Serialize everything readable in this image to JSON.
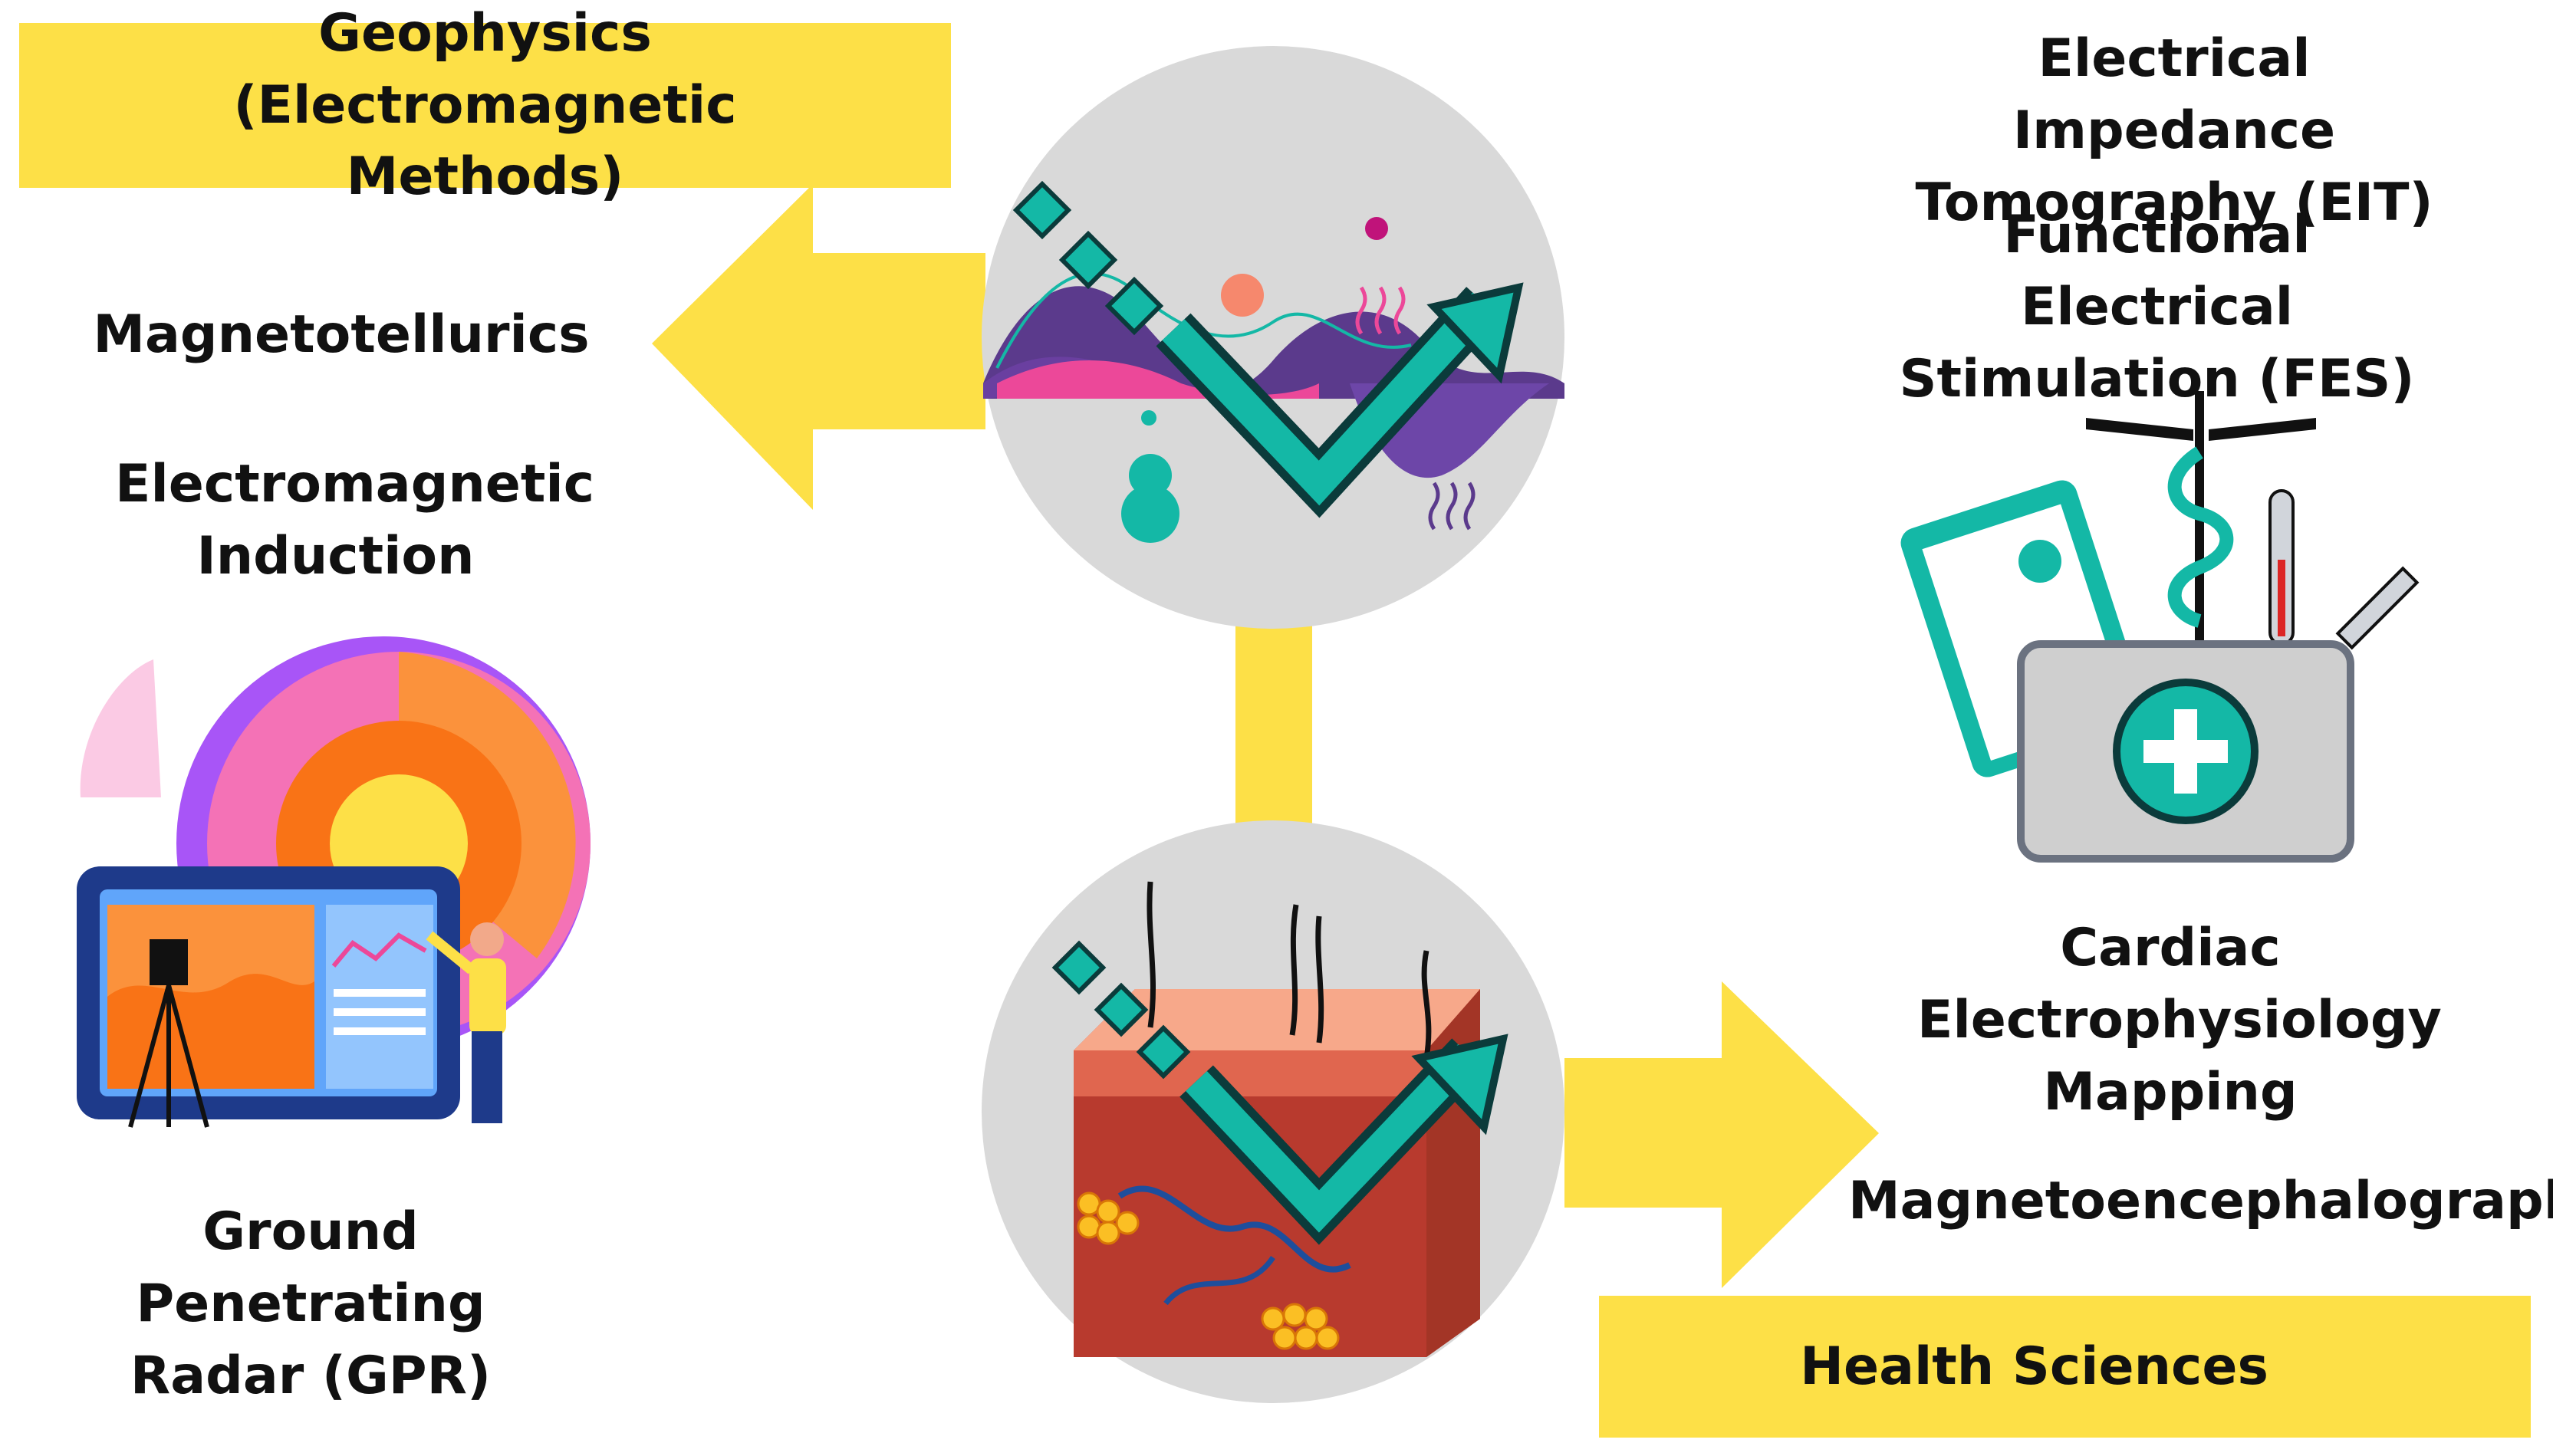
{
  "left": {
    "heading": "Geophysics (Electromagnetic Methods)",
    "items": [
      "Magnetotellurics",
      "Electromagnetic Induction",
      "Ground Penetrating Radar (GPR)"
    ]
  },
  "right": {
    "heading": "Health Sciences",
    "items": [
      "Electrical Impedance Tomography (EIT)",
      "Functional Electrical Stimulation (FES)",
      "Cardiac Electrophysiology Mapping",
      "Magnetoencephalography"
    ]
  },
  "colors": {
    "accent_yellow": "#fde047",
    "teal": "#14b8a6",
    "circle_gray": "#d9d9d9"
  }
}
